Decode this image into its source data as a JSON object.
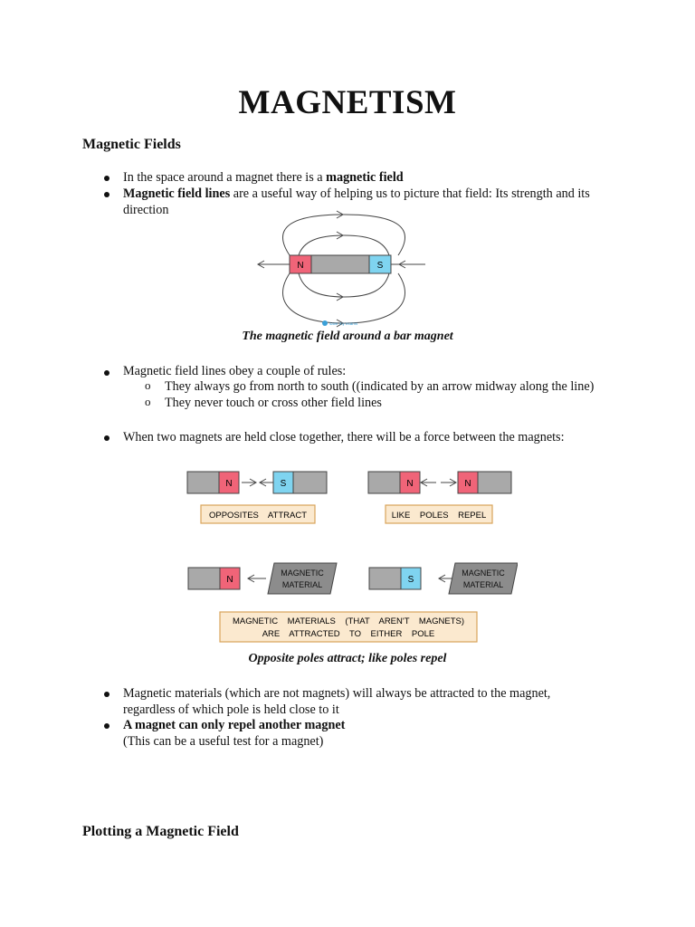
{
  "title": "MAGNETISM",
  "section1": {
    "heading": "Magnetic Fields",
    "bullet1": {
      "pre": "In the space around a magnet there is a ",
      "bold": "magnetic field"
    },
    "bullet2": {
      "bold": "Magnetic field lines",
      "rest": " are a useful way of helping us to picture that field: Its strength and its",
      "rest2": "direction"
    },
    "figure1": {
      "north_label": "N",
      "south_label": "S",
      "watermark": "save my exams",
      "caption": "The magnetic field around a bar magnet"
    },
    "bullet3": "Magnetic field lines obey a couple of rules:",
    "sub1": "They always go from north to south ((indicated by an arrow midway along the line)",
    "sub2": "They never touch or cross other field lines",
    "bullet4": "When two magnets are held close together, there will be a force between the magnets:",
    "figure2": {
      "n": "N",
      "s": "S",
      "opposites_attract": "OPPOSITES    ATTRACT",
      "like_poles_repel": "LIKE    POLES    REPEL",
      "magnetic_material_1": "MAGNETIC",
      "magnetic_material_2": "MATERIAL",
      "materials_line1": "MAGNETIC    MATERIALS    (THAT    AREN'T    MAGNETS)",
      "materials_line2": "ARE    ATTRACTED    TO    EITHER    POLE",
      "caption": "Opposite poles attract; like poles repel"
    },
    "bullet5_line1": "Magnetic materials (which are not magnets) will always be attracted to the magnet,",
    "bullet5_line2": "regardless of which pole is held close to it",
    "bullet6_bold": "A magnet can only repel another magnet",
    "bullet6_sub": "(This can be a useful test for a magnet)"
  },
  "section2": {
    "heading": "Plotting a Magnetic Field"
  },
  "colors": {
    "north": "#f06478",
    "south": "#7fd4f0",
    "bar": "#a9a9a9",
    "label_box": "#fbe9cf",
    "label_border": "#d9a35a",
    "material": "#8c8c8c"
  },
  "icons": [
    "sub-bullet-circle-icon",
    "arrow-icon"
  ]
}
